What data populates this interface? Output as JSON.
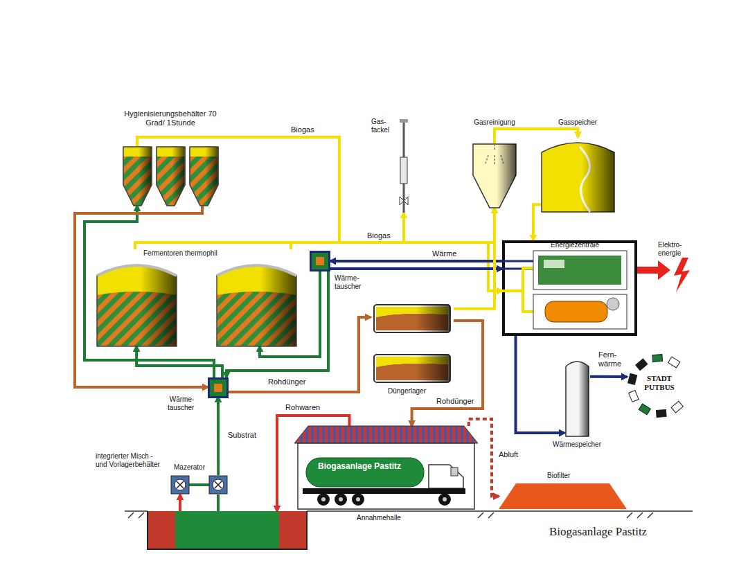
{
  "diagram": {
    "caption": "Biogasanlage Pastitz",
    "nodes": [
      {
        "text": [
          "Hygienisierungsbehälter 70 Grad/ 1Stunde"
        ]
      },
      {
        "text": [
          "Gas- fackel"
        ]
      },
      {
        "text": [
          "Gasreinigung"
        ]
      },
      {
        "text": [
          "Gasspeicher"
        ]
      },
      {
        "text": [
          "Energiezentrale"
        ]
      },
      {
        "text": [
          "Fermentoren thermophil"
        ]
      },
      {
        "text": [
          "Wärme- tauscher"
        ]
      },
      {
        "text": [
          "Düngerlager"
        ]
      },
      {
        "text": [
          "Wärmespeicher"
        ]
      },
      {
        "text": [
          "STADT PUTBUS"
        ]
      },
      {
        "text": [
          "Wärme- tauscher"
        ]
      },
      {
        "text": [
          "integrierter Misch - und Vorlagerbehälter"
        ]
      },
      {
        "text": [
          "Mazerator"
        ]
      },
      {
        "text": [
          "Annahmehalle"
        ]
      },
      {
        "text": [
          "Biogasanlage Pastitz"
        ],
        "in": 13
      },
      {
        "text": [
          "Biofilter"
        ]
      }
    ],
    "edges": [
      {
        "from": 12,
        "to": 10,
        "label": "Substrat",
        "arrow": "to"
      },
      {
        "from": 11,
        "to": 12,
        "arrow": "to"
      },
      {
        "from": 10,
        "to": 0,
        "arrow": "to"
      },
      {
        "from": 0,
        "to": 10,
        "arrow": "to"
      },
      {
        "from": 10,
        "to": 7,
        "label": "Rohdünger",
        "arrow": "to"
      },
      {
        "from": 7,
        "to": 13,
        "label": "Rohdünger",
        "arrow": "to"
      },
      {
        "from": 13,
        "to": 11,
        "label": "Rohwaren",
        "arrow": "to"
      },
      {
        "from": 13,
        "to": 15,
        "label": "Abluft",
        "arrow": "to"
      },
      {
        "from": 0,
        "to": 2,
        "label": "Biogas",
        "arrow": "to"
      },
      {
        "from": 5,
        "to": 4,
        "label": "Biogas",
        "arrow": "to"
      },
      {
        "from": 2,
        "to": 3,
        "arrow": "to"
      },
      {
        "from": 3,
        "to": 4,
        "arrow": "to"
      },
      {
        "from": 5,
        "to": 1,
        "arrow": "to"
      },
      {
        "from": 4,
        "to": 6,
        "label": "Wärme",
        "arrow": "to"
      },
      {
        "from": 6,
        "to": 4,
        "arrow": "to"
      },
      {
        "from": 6,
        "to": 5,
        "arrow": "to"
      },
      {
        "from": 10,
        "to": 5,
        "arrow": "to"
      },
      {
        "from": 6,
        "to": 10,
        "arrow": "to"
      },
      {
        "from": 7,
        "to": 2,
        "arrow": "to"
      },
      {
        "from": 4,
        "to": 8,
        "arrow": "to"
      },
      {
        "from": 8,
        "to": 9,
        "label": "Fern- wärme",
        "arrow": "to"
      }
    ],
    "labels": [
      "Elektro- energie"
    ]
  }
}
